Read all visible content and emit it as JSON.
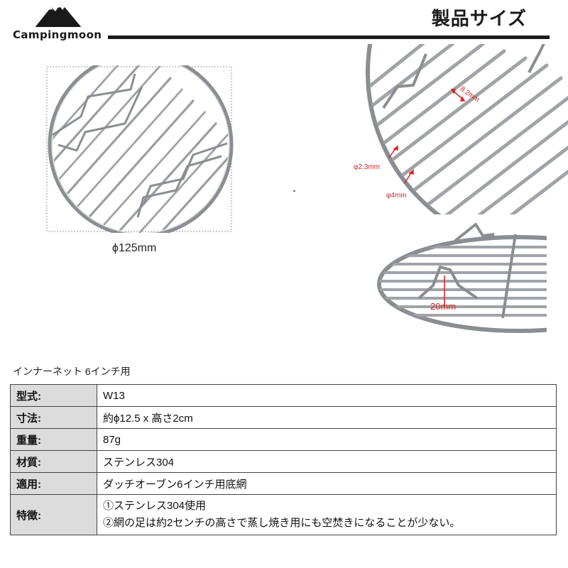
{
  "brand": {
    "name": "Campingmoon",
    "logo_icon": "mountain-logo-icon"
  },
  "header": {
    "section_title": "製品サイズ"
  },
  "colors": {
    "accent_red": "#e02020",
    "header_rule": "#1a1a1a",
    "label_bg": "#dcdcdc",
    "steel": "#8a8d91"
  },
  "dimensions": {
    "diameter": "ϕ125mm",
    "wire_gap": "8.2mm",
    "wire_thin": "φ2.3mm",
    "wire_thick": "φ4mm",
    "leg_height": "20mm"
  },
  "spec": {
    "caption": "インナーネット 6インチ用",
    "rows": [
      {
        "label": "型式:",
        "value": "W13"
      },
      {
        "label": "寸法:",
        "value": "約ϕ12.5 x 高さ2cm"
      },
      {
        "label": "重量:",
        "value": "87g"
      },
      {
        "label": "材質:",
        "value": "ステンレス304"
      },
      {
        "label": "適用:",
        "value": "ダッチオーブン6インチ用底網"
      }
    ],
    "features": {
      "label": "特徴:",
      "lines": [
        "①ステンレス304使用",
        "②網の足は約2センチの高さで蒸し焼き用にも空焚きになることが少ない。"
      ]
    }
  }
}
